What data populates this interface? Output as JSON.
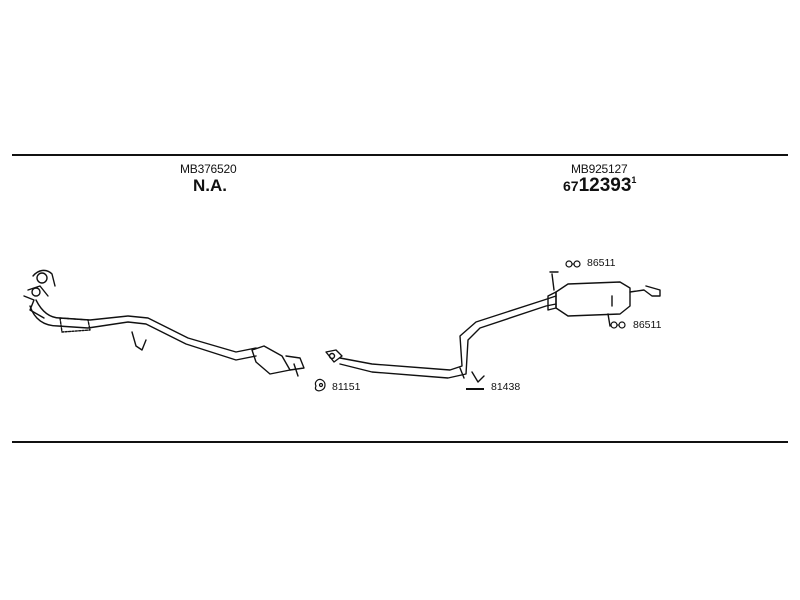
{
  "left_part": {
    "code": "MB376520",
    "note": "N.A."
  },
  "right_part": {
    "code": "MB925127",
    "number_prefix": "67",
    "number_main": "12393",
    "number_suffix": "1"
  },
  "callouts": {
    "hanger_top": "86511",
    "hanger_right": "86511",
    "gasket": "81151",
    "clamp": "81438"
  },
  "colors": {
    "line": "#111111",
    "background": "#ffffff"
  }
}
